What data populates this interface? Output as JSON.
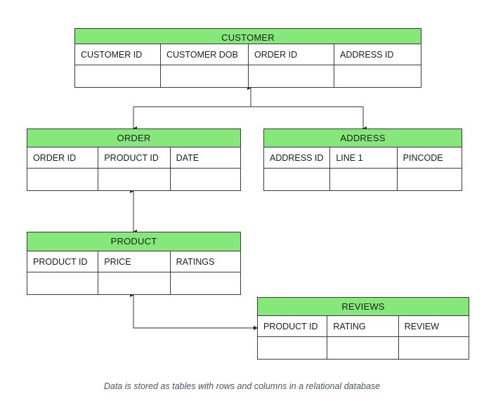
{
  "diagram": {
    "type": "entity-relationship-diagram",
    "caption": "Data is stored as tables with rows and columns in a relational database",
    "colors": {
      "header_green": "#86e87a",
      "border": "#3a3a3a",
      "background": "#ffffff",
      "caption_text": "#4a5568",
      "connector": "#555555"
    },
    "entities": [
      {
        "name": "CUSTOMER",
        "columns": [
          "CUSTOMER ID",
          "CUSTOMER DOB",
          "ORDER ID",
          "ADDRESS ID"
        ],
        "rows": [
          [
            "",
            "",
            "",
            ""
          ]
        ]
      },
      {
        "name": "ORDER",
        "columns": [
          "ORDER ID",
          "PRODUCT ID",
          "DATE"
        ],
        "rows": [
          [
            "",
            "",
            ""
          ]
        ]
      },
      {
        "name": "ADDRESS",
        "columns": [
          "ADDRESS ID",
          "LINE 1",
          "PINCODE"
        ],
        "rows": [
          [
            "",
            "",
            ""
          ]
        ]
      },
      {
        "name": "PRODUCT",
        "columns": [
          "PRODUCT ID",
          "PRICE",
          "RATINGS"
        ],
        "rows": [
          [
            "",
            "",
            ""
          ]
        ]
      },
      {
        "name": "REVIEWS",
        "columns": [
          "PRODUCT ID",
          "RATING",
          "REVIEW"
        ],
        "rows": [
          [
            "",
            "",
            ""
          ]
        ]
      }
    ],
    "relationships": [
      {
        "from": "CUSTOMER",
        "to": "ORDER"
      },
      {
        "from": "CUSTOMER",
        "to": "ADDRESS"
      },
      {
        "from": "ORDER",
        "to": "PRODUCT"
      },
      {
        "from": "PRODUCT",
        "to": "REVIEWS"
      }
    ]
  }
}
